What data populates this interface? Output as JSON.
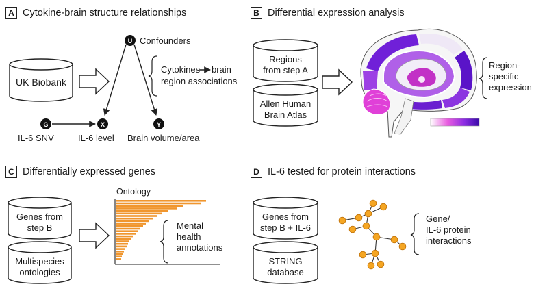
{
  "panels": {
    "A": {
      "letter": "A",
      "title": "Cytokine-brain structure relationships",
      "db": "UK Biobank",
      "nodes": {
        "U": "U",
        "G": "G",
        "X": "X",
        "Y": "Y"
      },
      "confounders": "Confounders",
      "il6_snv": "IL-6 SNV",
      "il6_level": "IL-6 level",
      "brain_volume": "Brain volume/area",
      "assoc_line1_a": "Cytokines",
      "assoc_line1_b": "brain",
      "assoc_line2": "region associations"
    },
    "B": {
      "letter": "B",
      "title": "Differential expression analysis",
      "db1_line1": "Regions",
      "db1_line2": "from step A",
      "db2_line1": "Allen Human",
      "db2_line2": "Brain Atlas",
      "label_line1": "Region-",
      "label_line2": "specific",
      "label_line3": "expression"
    },
    "C": {
      "letter": "C",
      "title": "Differentially expressed genes",
      "db1_line1": "Genes from",
      "db1_line2": "step B",
      "db2_line1": "Multispecies",
      "db2_line2": "ontologies",
      "ontology": "Ontology",
      "label_line1": "Mental",
      "label_line2": "health",
      "label_line3": "annotations"
    },
    "D": {
      "letter": "D",
      "title": "IL-6 tested for protein interactions",
      "db1_line1": "Genes from",
      "db1_line2": "step B + IL-6",
      "db2_line1": "STRING",
      "db2_line2": "database",
      "label_line1": "Gene/",
      "label_line2": "IL-6 protein",
      "label_line3": "interactions"
    }
  },
  "colors": {
    "accent": "#f0962e",
    "purple": "#6a1ed0",
    "magenta": "#d43fd0",
    "line": "#222222"
  }
}
